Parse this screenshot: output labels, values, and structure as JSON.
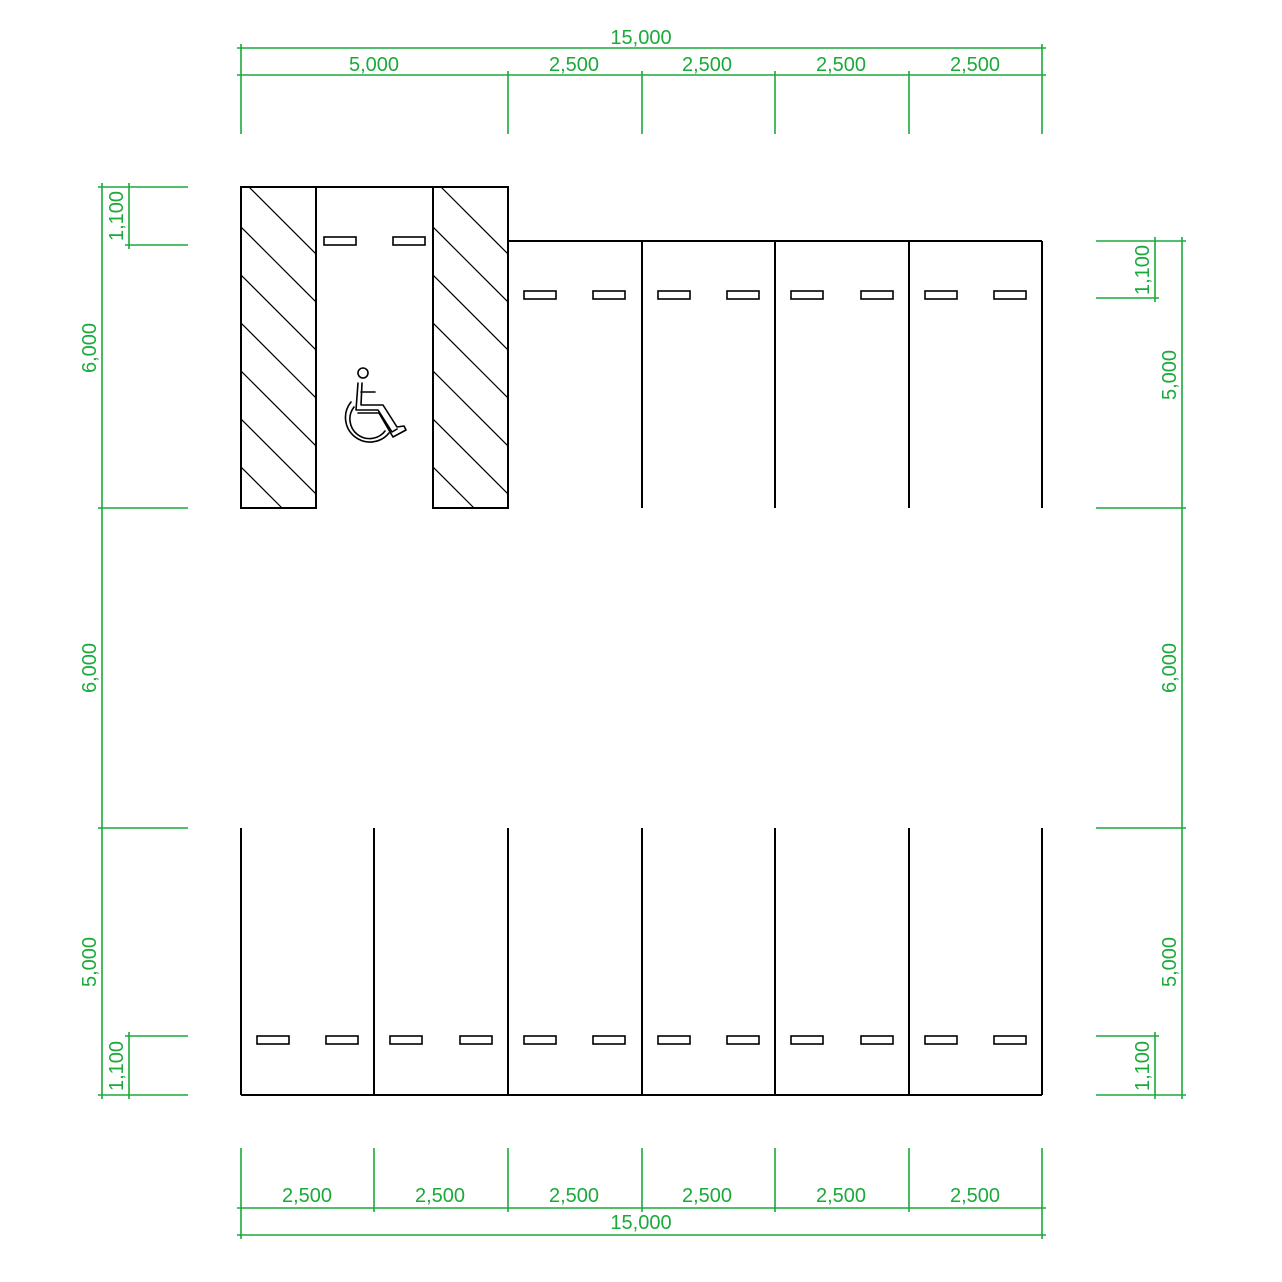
{
  "colors": {
    "lines": "#000000",
    "dimensions": "#1aaa3a",
    "background": "#ffffff"
  },
  "icons": {
    "accessible_symbol": "wheelchair-icon"
  },
  "dimensions": {
    "top_total": "15,000",
    "top_segments": [
      "5,000",
      "2,500",
      "2,500",
      "2,500",
      "2,500"
    ],
    "bottom_total": "15,000",
    "bottom_segments": [
      "2,500",
      "2,500",
      "2,500",
      "2,500",
      "2,500",
      "2,500"
    ],
    "left": [
      "1,100",
      "6,000",
      "6,000",
      "5,000",
      "1,100"
    ],
    "right": [
      "1,100",
      "5,000",
      "6,000",
      "5,000",
      "1,100"
    ]
  }
}
